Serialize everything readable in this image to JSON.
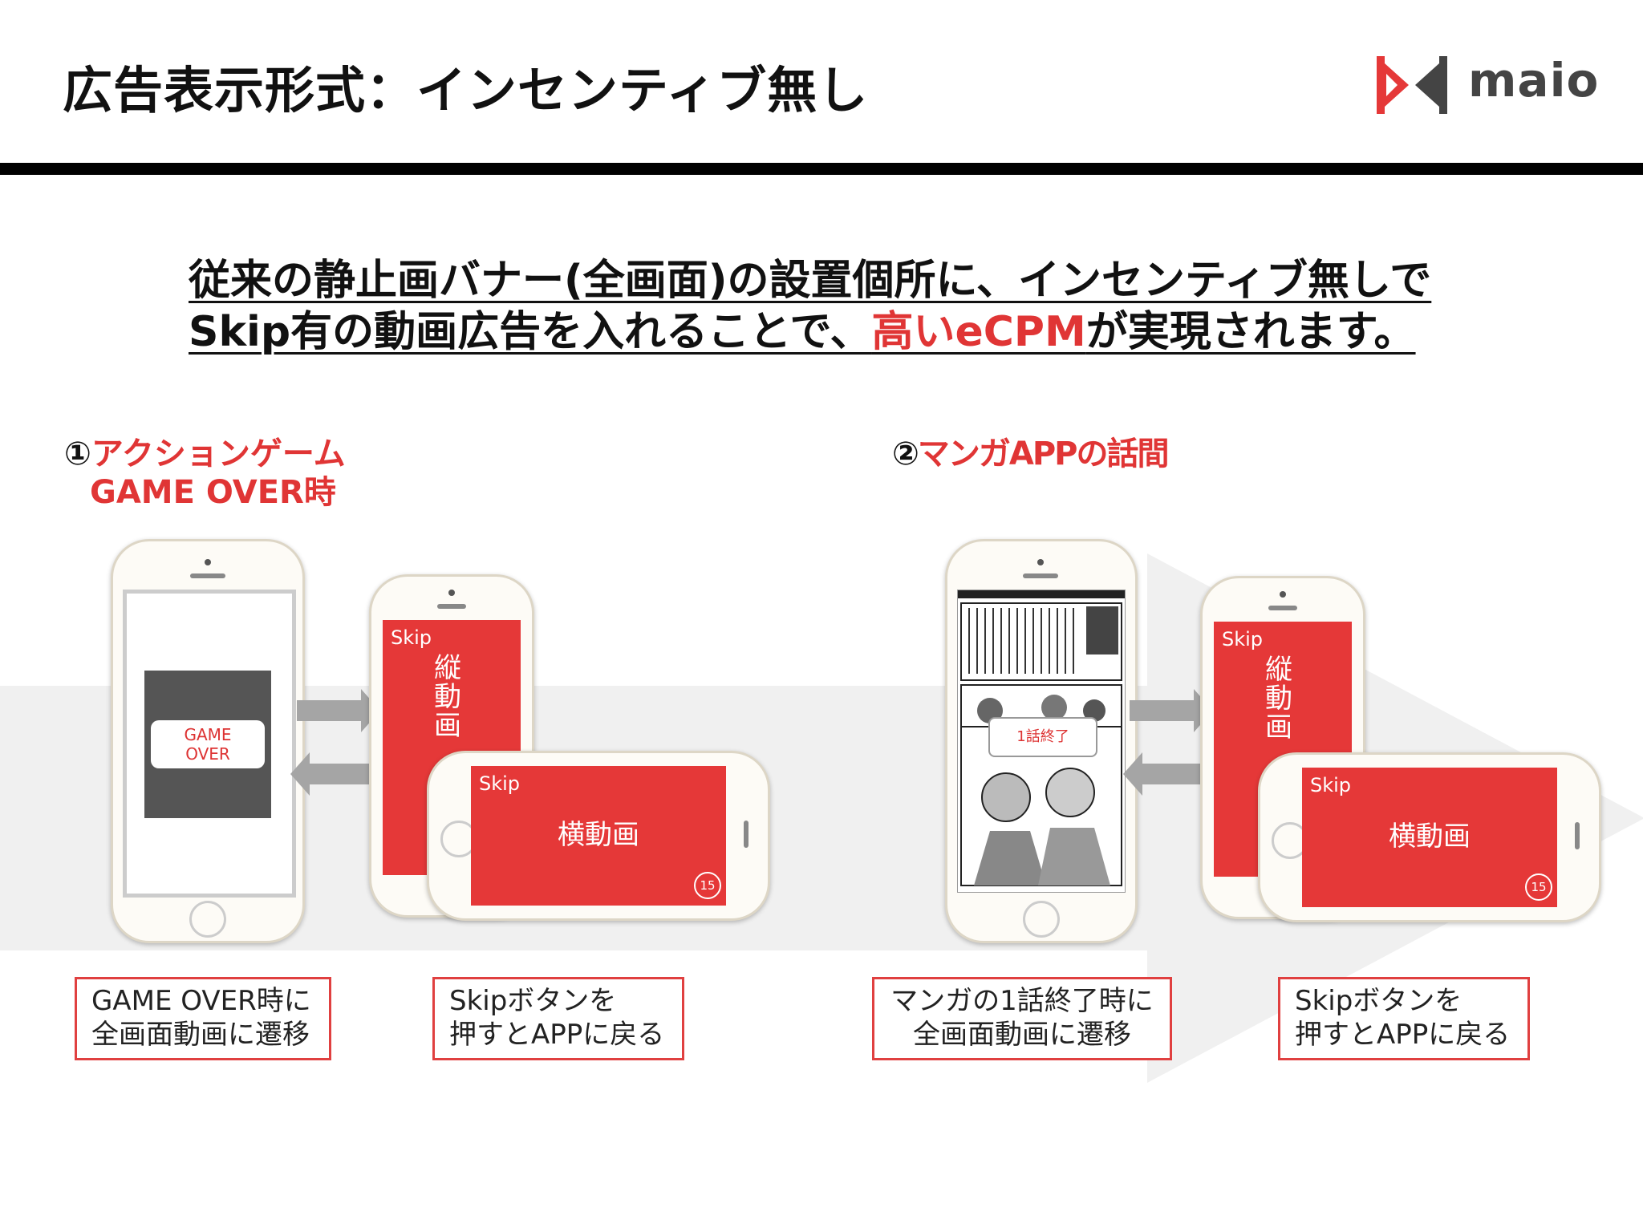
{
  "header": {
    "title": "広告表示形式：インセンティブ無し",
    "logo_text": "maio"
  },
  "headline": {
    "line1": "従来の静止画バナー(全画面)の設置個所に、インセンティブ無しで",
    "line2_pre": "Skip有の動画広告を入れることで、",
    "line2_highlight": "高いeCPM",
    "line2_post": "が実現されます。"
  },
  "section1": {
    "title_line1_num": "①",
    "title_line1": "アクションゲーム",
    "title_line2": "GAME OVER時",
    "gameover_line1": "GAME",
    "gameover_line2": "OVER",
    "vertical_skip": "Skip",
    "vertical_label": "縦動画",
    "horizontal_skip": "Skip",
    "horizontal_label": "横動画",
    "countdown": "15",
    "caption1_line1": "GAME OVER時に",
    "caption1_line2": "全画面動画に遷移",
    "caption2_line1": "Skipボタンを",
    "caption2_line2": "押すとAPPに戻る"
  },
  "section2": {
    "title_num": "②",
    "title": "マンガAPPの話間",
    "manga_popup": "1話終了",
    "vertical_skip": "Skip",
    "vertical_label": "縦動画",
    "horizontal_skip": "Skip",
    "horizontal_label": "横動画",
    "countdown": "15",
    "caption1_line1": "マンガの1話終了時に",
    "caption1_line2": "全画面動画に遷移",
    "caption2_line1": "Skipボタンを",
    "caption2_line2": "押すとAPPに戻る"
  },
  "colors": {
    "accent_red": "#e53838",
    "highlight_red": "#e03535",
    "gray_arrow": "#a5a5a5",
    "gameover_dark": "#555555"
  }
}
